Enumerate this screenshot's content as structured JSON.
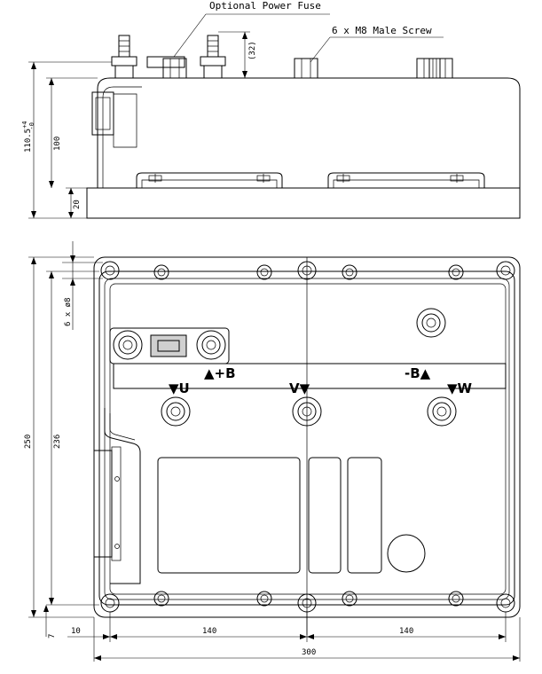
{
  "callouts": {
    "fuse": "Optional Power Fuse",
    "screws": "6 x M8 Male Screw"
  },
  "side_view": {
    "dim_total_height": "110.5",
    "dim_total_tol": "+4",
    "dim_total_tol2": "-0",
    "dim_body_height": "100",
    "dim_base_height": "20",
    "dim_stud_height": "(32)"
  },
  "top_view": {
    "dim_overall_height": "250",
    "dim_inner_height": "236",
    "dim_hole": "6 x ø8",
    "dim_left_margin": "10",
    "dim_pitch_left": "140",
    "dim_pitch_right": "140",
    "dim_overall_width": "300",
    "dim_bottom_margin": "7",
    "terminals": {
      "u": "▼U",
      "plus_b": "▲+B",
      "v": "V▼",
      "minus_b": "-B▲",
      "w": "▼W"
    }
  }
}
